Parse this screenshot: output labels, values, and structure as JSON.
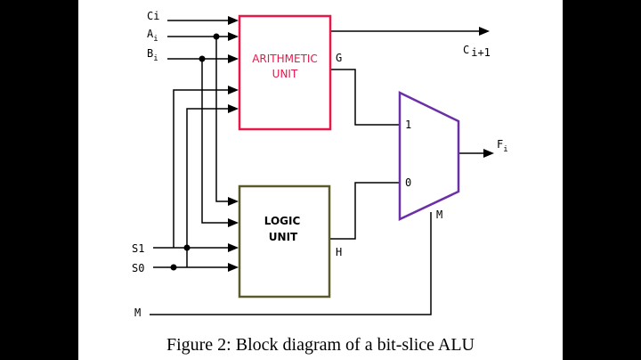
{
  "diagram": {
    "inputs": {
      "ci": {
        "main": "Ci",
        "sub": ""
      },
      "ai": {
        "main": "A",
        "sub": "i"
      },
      "bi": {
        "main": "B",
        "sub": "i"
      },
      "s1": {
        "main": "S1",
        "sub": ""
      },
      "s0": {
        "main": "S0",
        "sub": ""
      },
      "m": {
        "main": "M",
        "sub": ""
      }
    },
    "arithmetic_unit": {
      "line1": "ARITHMETIC",
      "line2": "UNIT",
      "output": "G",
      "color": "#e8174a"
    },
    "logic_unit": {
      "line1": "LOGIC",
      "line2": "UNIT",
      "output": "H",
      "color": "#5a5a2a"
    },
    "mux": {
      "input_1": "1",
      "input_0": "0",
      "select": "M",
      "color": "#6b2fa8"
    },
    "outputs": {
      "carry": {
        "main": "C",
        "sub": "i+1"
      },
      "f": {
        "main": "F",
        "sub": "i"
      }
    }
  },
  "caption": "Figure 2: Block diagram of a bit-slice ALU"
}
